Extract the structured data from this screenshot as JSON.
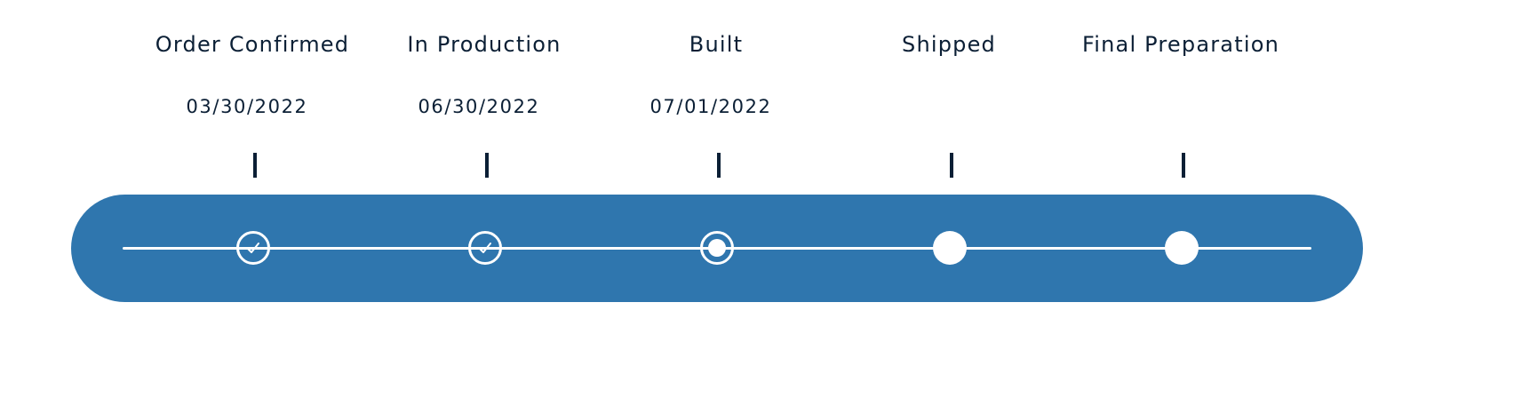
{
  "colors": {
    "track": "#2f76ae",
    "line": "#ffffff",
    "text": "#0b1f35"
  },
  "stages": [
    {
      "label": "Order Confirmed",
      "date": "03/30/2022",
      "status": "complete",
      "icon": "checkmark-icon"
    },
    {
      "label": "In Production",
      "date": "06/30/2022",
      "status": "complete",
      "icon": "checkmark-icon"
    },
    {
      "label": "Built",
      "date": "07/01/2022",
      "status": "current",
      "icon": "current-dot-icon"
    },
    {
      "label": "Shipped",
      "date": "",
      "status": "pending",
      "icon": "pending-dot-icon"
    },
    {
      "label": "Final Preparation",
      "date": "",
      "status": "pending",
      "icon": "pending-dot-icon"
    }
  ]
}
